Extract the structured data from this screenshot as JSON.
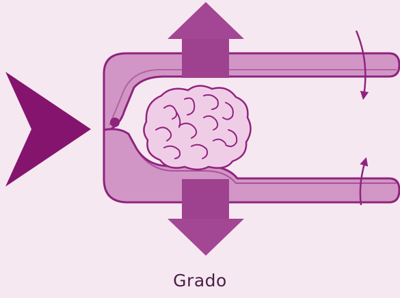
{
  "caption": "Grado",
  "colors": {
    "background": "#f6e8f1",
    "clamp_fill": "#d196c5",
    "clamp_dark": "#8f237d",
    "arrow_fill": "#a34694",
    "chevron_fill": "#85146f",
    "brain_fill": "#f0cde7",
    "text": "#4a1f44"
  },
  "elements": {
    "left_chevron_icon": "chevron-right",
    "top_arrow_icon": "arrow-up",
    "bottom_arrow_icon": "arrow-down",
    "brain_icon": "brain",
    "pivot_icon": "pivot-dot",
    "rotation_top_icon": "curved-arrow-down",
    "rotation_bottom_icon": "curved-arrow-up"
  }
}
